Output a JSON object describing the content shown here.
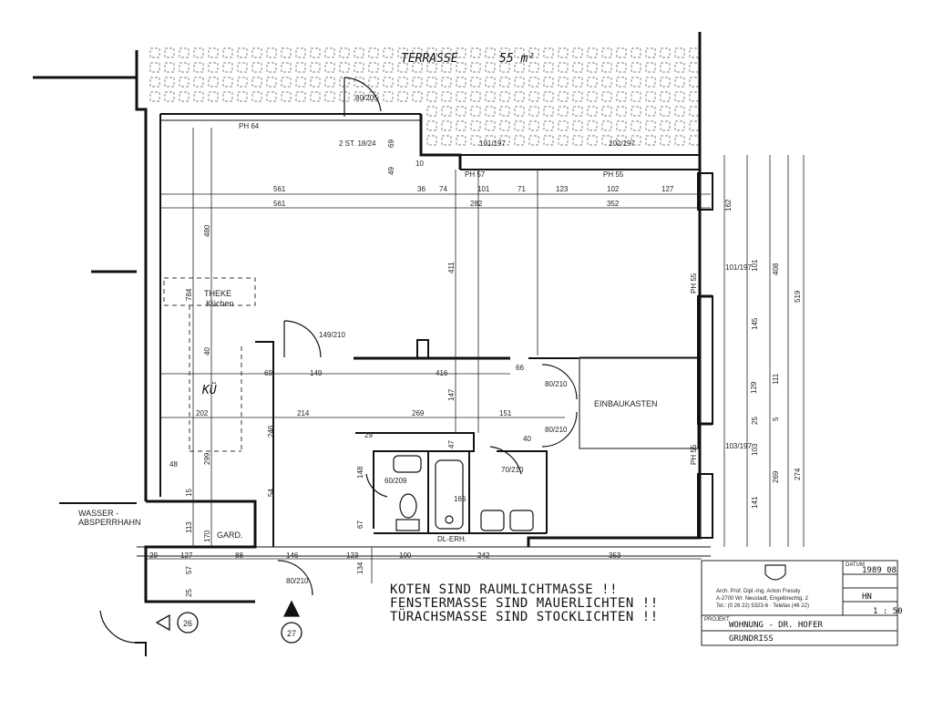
{
  "terrace": {
    "label": "TERRASSE",
    "area": "55 m²"
  },
  "rooms": {
    "kitchen": "KÜ",
    "counter_line1": "THEKE",
    "counter_line2": "Küchen",
    "cloakroom": "GARD.",
    "builtin_closet": "EINBAUKASTEN",
    "water_shutoff_line1": "WASSER -",
    "water_shutoff_line2": "ABSPERRHAHN",
    "stairs": "2 ST. 18/24",
    "ceiling_beam": "DL-ERH."
  },
  "parapet_heights": [
    "PH 64",
    "PH 57",
    "PH 55",
    "PH 55",
    "PH 55"
  ],
  "dims_top_row1": [
    "561",
    "36",
    "74",
    "101",
    "71",
    "123",
    "102",
    "127"
  ],
  "dims_top_row2": [
    "561",
    "282",
    "352"
  ],
  "dims_mid_row1": [
    "69",
    "149",
    "416",
    "66"
  ],
  "dims_mid_row2": [
    "202",
    "214",
    "269",
    "151"
  ],
  "dims_bottom_row": [
    "29",
    "127",
    "88",
    "146",
    "123",
    "100",
    "242",
    "353"
  ],
  "dims_right_outer": [
    "162",
    "408",
    "519",
    "129",
    "274"
  ],
  "dims_right_inner": [
    "101",
    "145",
    "111",
    "25",
    "5",
    "103",
    "269",
    "141"
  ],
  "dims_vertical": [
    "480",
    "784",
    "40",
    "299",
    "411",
    "147",
    "47",
    "246",
    "54",
    "148",
    "67",
    "113",
    "170",
    "57",
    "25",
    "15",
    "134",
    "49",
    "69"
  ],
  "window_marks": [
    "101/197",
    "102/197",
    "101/197",
    "103/197"
  ],
  "door_marks": [
    "80/205",
    "149/210",
    "80/210",
    "80/210",
    "70/210",
    "60/209",
    "80/210"
  ],
  "misc_dims": [
    "48",
    "40",
    "10",
    "166",
    "29"
  ],
  "notes": [
    "KOTEN SIND RAUMLICHTMASSE !!",
    "FENSTERMASSE SIND MAUERLICHTEN !!",
    "TÜRACHSMASSE SIND STOCKLICHTEN !!"
  ],
  "markers": {
    "left": "26",
    "right": "27"
  },
  "title_block": {
    "architect_line1": "Arch. Prof. Dipl.-Ing. Anton Fresoly",
    "architect_line2": "A-2700 Wr. Neustadt, Engelbrechtg. 2",
    "architect_line3": "Tel.: (0 26 22) 5323-6 · Telefax (46 22)",
    "date_label": "DATUM",
    "date_value": "1989 08",
    "drawn_value": "HN",
    "scale_value": "1 : 50",
    "project_label": "PROJEKT",
    "project_value": "WOHNUNG - DR. HOFER",
    "drawing_value": "GRUNDRISS"
  }
}
